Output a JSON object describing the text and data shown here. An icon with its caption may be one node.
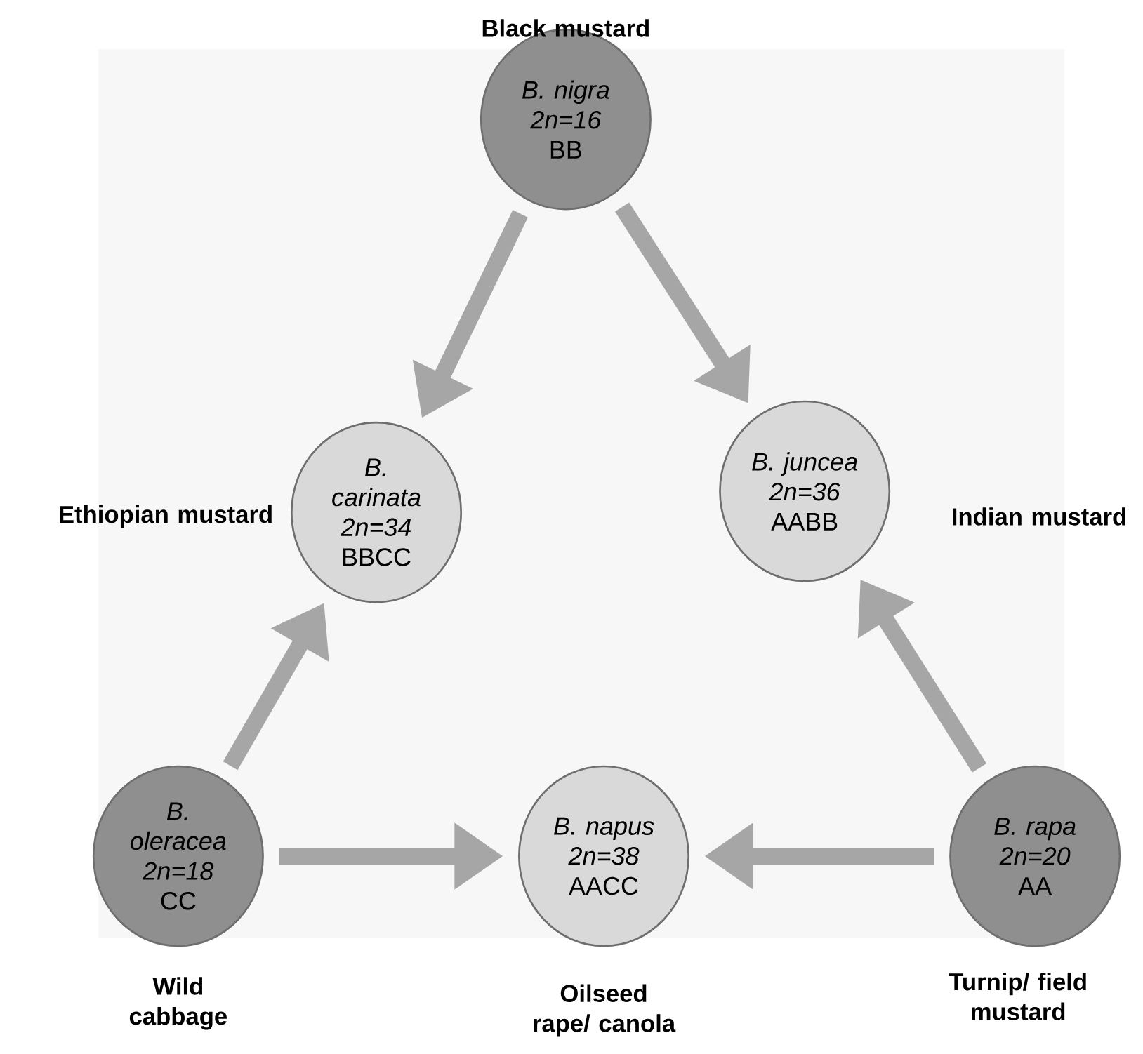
{
  "diagram": {
    "nodes": [
      {
        "text": [
          "B. nigra",
          "2n=16",
          "BB"
        ],
        "beside": [
          "Black mustard"
        ]
      },
      {
        "text": [
          "B. carinata",
          "2n=34",
          "BBCC"
        ],
        "beside": [
          "Ethiopian mustard"
        ]
      },
      {
        "text": [
          "B. juncea",
          "2n=36",
          "AABB"
        ],
        "beside": [
          "Indian mustard"
        ]
      },
      {
        "text": [
          "B. oleracea",
          "2n=18",
          "CC"
        ],
        "beside": [
          "Wild cabbage"
        ]
      },
      {
        "text": [
          "B. napus",
          "2n=38",
          "AACC"
        ],
        "beside": [
          "Oilseed rape/ canola"
        ]
      },
      {
        "text": [
          "B. rapa",
          "2n=20",
          "AA"
        ],
        "beside": [
          "Turnip/ field mustard"
        ]
      }
    ],
    "edges": [
      {
        "from": 0,
        "to": 1,
        "arrow": "to"
      },
      {
        "from": 0,
        "to": 2,
        "arrow": "to"
      },
      {
        "from": 3,
        "to": 1,
        "arrow": "to"
      },
      {
        "from": 5,
        "to": 2,
        "arrow": "to"
      },
      {
        "from": 3,
        "to": 4,
        "arrow": "to"
      },
      {
        "from": 5,
        "to": 4,
        "arrow": "to"
      }
    ]
  }
}
